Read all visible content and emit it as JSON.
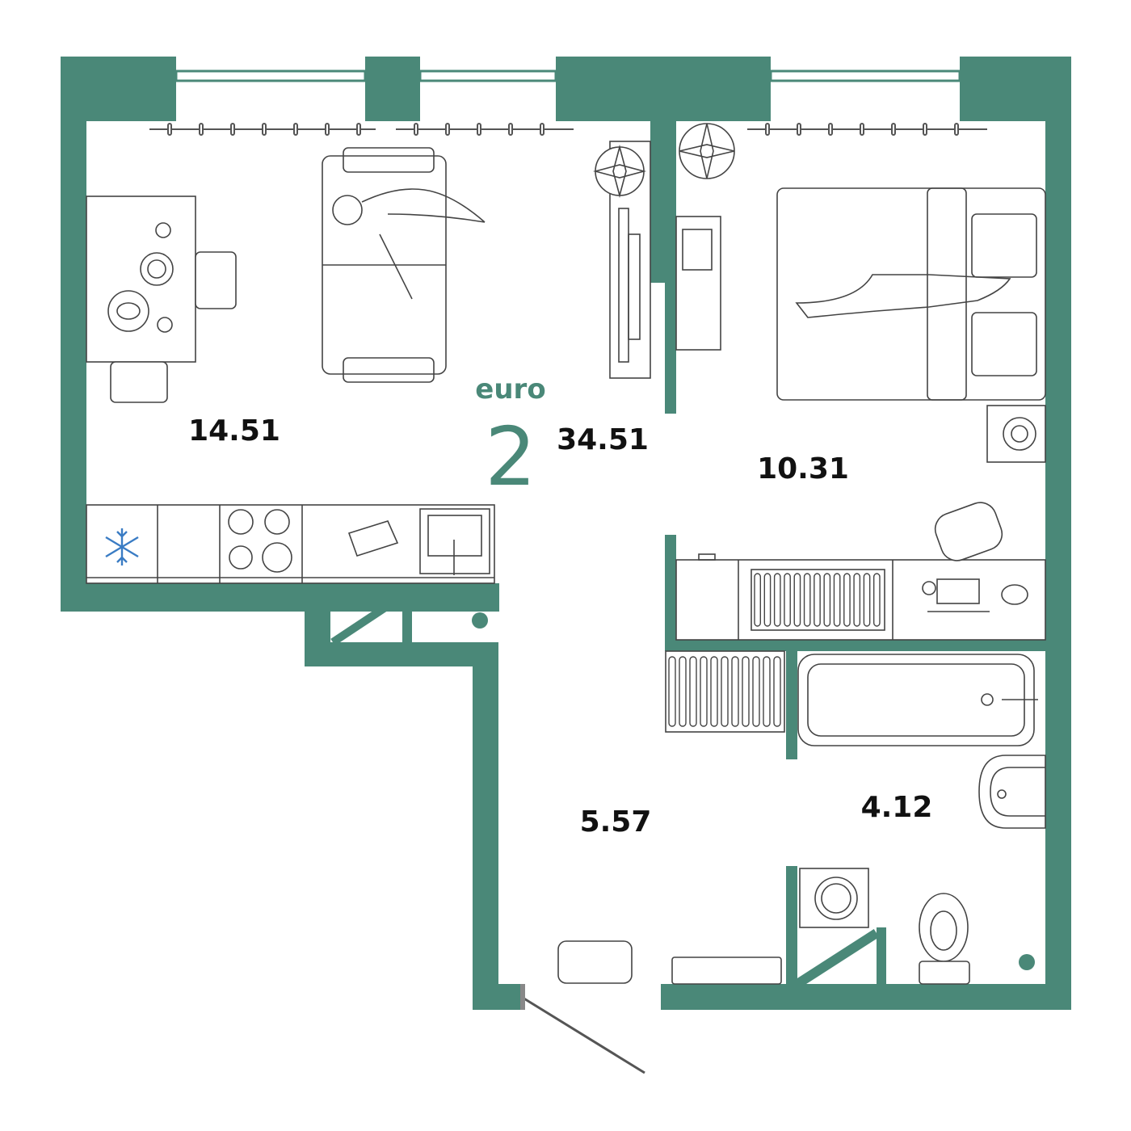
{
  "plan": {
    "rooms_label": "euro",
    "rooms_count": "2",
    "total_area": "34.51",
    "areas": {
      "kitchen_living": "14.51",
      "bedroom": "10.31",
      "hallway": "5.57",
      "bathroom": "4.12"
    }
  },
  "colors": {
    "wall": "#4a8878",
    "furniture_line": "#444444",
    "freezer_icon": "#3a7cc4",
    "text": "#111111"
  },
  "icons": [
    "snowflake-icon",
    "plant-icon",
    "sofa-icon",
    "bed-icon",
    "bathtub-icon",
    "toilet-icon",
    "washing-machine-icon",
    "stove-icon",
    "sink-icon",
    "desk-icon",
    "tv-icon"
  ]
}
